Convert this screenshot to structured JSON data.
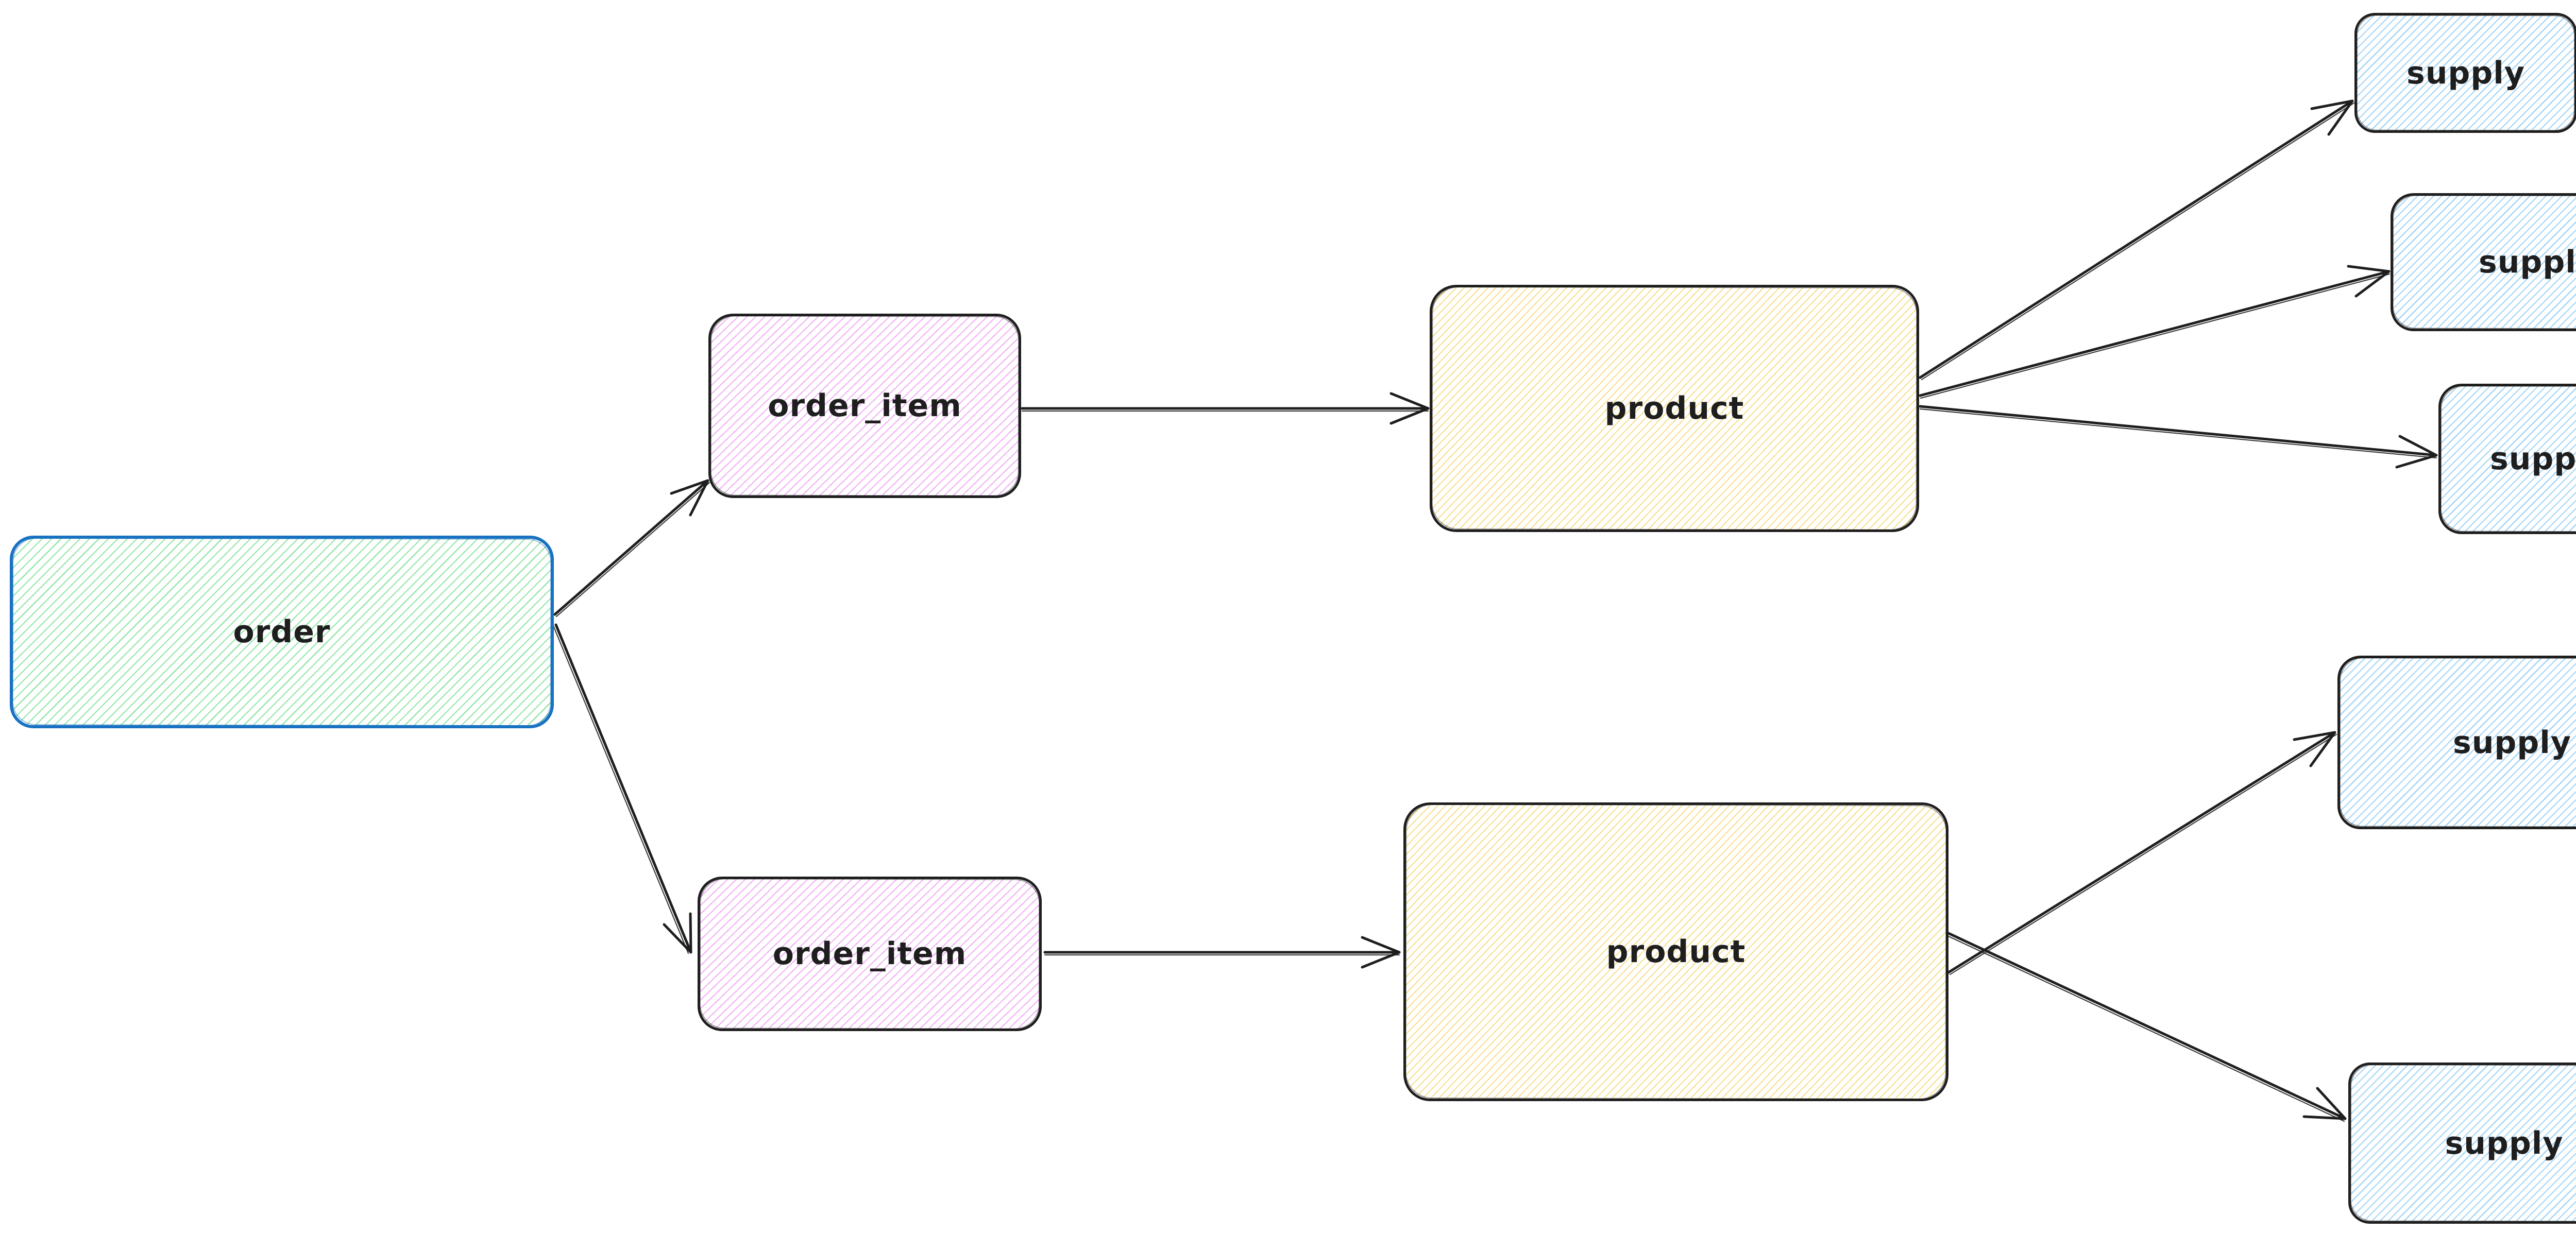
{
  "diagram": {
    "type": "entity-relationship-tree",
    "background_color": "#ffffff",
    "default_stroke_color": "#1e1e1e",
    "accent_stroke_color": "#1971c2",
    "arrow_color": "#1e1e1e",
    "nodes": [
      {
        "id": "order",
        "label": "order",
        "fill_style": "green-hachure",
        "fill_color": "#93e6a6",
        "stroke_color": "#1971c2"
      },
      {
        "id": "order-item-top",
        "label": "order_item",
        "fill_style": "violet-hachure",
        "fill_color": "#f0b3f5",
        "stroke_color": "#1e1e1e"
      },
      {
        "id": "product-top",
        "label": "product",
        "fill_style": "yellow-hachure",
        "fill_color": "#f8e093",
        "stroke_color": "#1e1e1e"
      },
      {
        "id": "supply-1",
        "label": "supply",
        "fill_style": "blue-hachure",
        "fill_color": "#a3d5f7",
        "stroke_color": "#1e1e1e"
      },
      {
        "id": "supply-2",
        "label": "supply",
        "fill_style": "blue-hachure",
        "fill_color": "#a3d5f7",
        "stroke_color": "#1e1e1e"
      },
      {
        "id": "supply-3",
        "label": "supply",
        "fill_style": "blue-hachure",
        "fill_color": "#a3d5f7",
        "stroke_color": "#1e1e1e"
      },
      {
        "id": "order-item-bottom",
        "label": "order_item",
        "fill_style": "violet-hachure",
        "fill_color": "#f0b3f5",
        "stroke_color": "#1e1e1e"
      },
      {
        "id": "product-bottom",
        "label": "product",
        "fill_style": "yellow-hachure",
        "fill_color": "#f8e093",
        "stroke_color": "#1e1e1e"
      },
      {
        "id": "supply-4",
        "label": "supply",
        "fill_style": "blue-hachure",
        "fill_color": "#a3d5f7",
        "stroke_color": "#1e1e1e"
      },
      {
        "id": "supply-5",
        "label": "supply",
        "fill_style": "blue-hachure",
        "fill_color": "#a3d5f7",
        "stroke_color": "#1e1e1e"
      }
    ],
    "edges": [
      {
        "from": "order",
        "to": "order-item-top"
      },
      {
        "from": "order",
        "to": "order-item-bottom"
      },
      {
        "from": "order-item-top",
        "to": "product-top"
      },
      {
        "from": "product-top",
        "to": "supply-1"
      },
      {
        "from": "product-top",
        "to": "supply-2"
      },
      {
        "from": "product-top",
        "to": "supply-3"
      },
      {
        "from": "order-item-bottom",
        "to": "product-bottom"
      },
      {
        "from": "product-bottom",
        "to": "supply-4"
      },
      {
        "from": "product-bottom",
        "to": "supply-5"
      }
    ]
  }
}
